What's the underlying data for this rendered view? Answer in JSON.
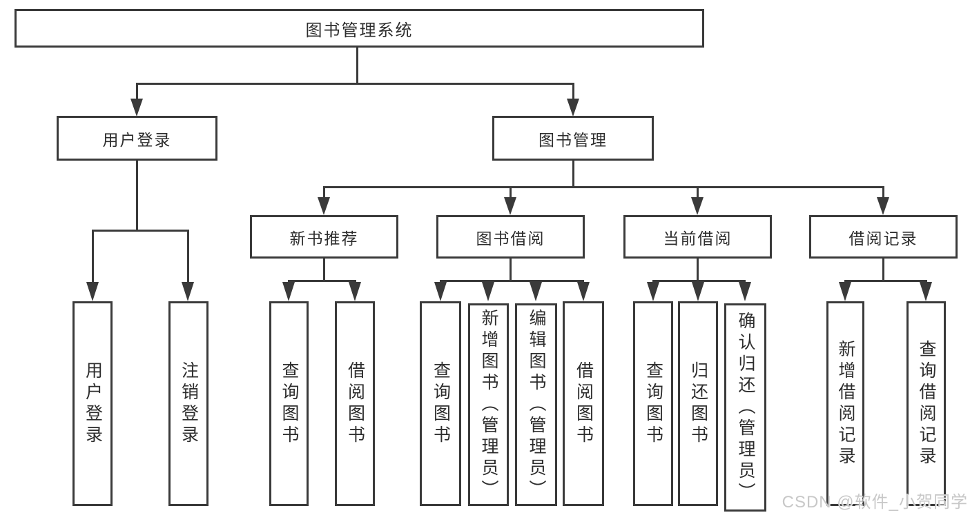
{
  "tree": {
    "label": "图书管理系统",
    "children": [
      {
        "label": "用户登录",
        "children": [
          {
            "label": "用户登录"
          },
          {
            "label": "注销登录"
          }
        ]
      },
      {
        "label": "图书管理",
        "children": [
          {
            "label": "新书推荐",
            "children": [
              {
                "label": "查询图书"
              },
              {
                "label": "借阅图书"
              }
            ]
          },
          {
            "label": "图书借阅",
            "children": [
              {
                "label": "查询图书"
              },
              {
                "label": "新增图书（管理员）"
              },
              {
                "label": "编辑图书（管理员）"
              },
              {
                "label": "借阅图书"
              }
            ]
          },
          {
            "label": "当前借阅",
            "children": [
              {
                "label": "查询图书"
              },
              {
                "label": "归还图书"
              },
              {
                "label": "确认归还（管理员）"
              }
            ]
          },
          {
            "label": "借阅记录",
            "children": [
              {
                "label": "新增借阅记录"
              },
              {
                "label": "查询借阅记录"
              }
            ]
          }
        ]
      }
    ]
  },
  "watermark": "CSDN @软件_小贺同学",
  "colors": {
    "line": "#3a3a3a",
    "text": "#2d2d2d",
    "box_background": "#ffffff",
    "page_background": "#ffffff",
    "watermark": "#c8c8c8"
  }
}
